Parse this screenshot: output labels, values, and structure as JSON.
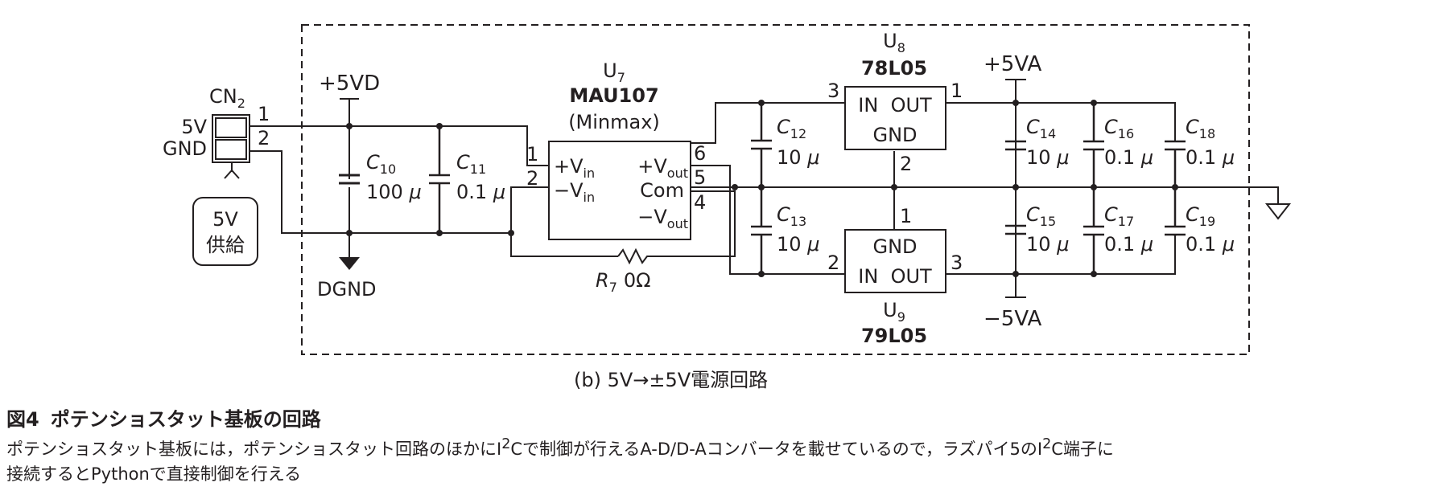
{
  "diagram": {
    "subcaption": "(b) 5V→±5V電源回路",
    "connector": {
      "ref": "CN",
      "ref_sub": "2",
      "pin1_label": "5V",
      "pin2_label": "GND",
      "pin1": "1",
      "pin2": "2",
      "note_line1": "5V",
      "note_line2": "供給"
    },
    "rails": {
      "vd": "+5VD",
      "dgnd": "DGND",
      "plus_va": "+5VA",
      "minus_va": "−5VA"
    },
    "u7": {
      "ref": "U",
      "ref_sub": "7",
      "part": "MAU107",
      "maker": "(Minmax)",
      "pin1": "1",
      "pin2": "2",
      "pin4": "4",
      "pin5": "5",
      "pin6": "6",
      "vin_plus": "+V",
      "vin_minus": "−V",
      "vin_sub": "in",
      "vout_plus": "+V",
      "vout_minus": "−V",
      "vout_sub": "out",
      "com": "Com"
    },
    "u8": {
      "ref": "U",
      "ref_sub": "8",
      "part": "78L05",
      "in_out": "IN  OUT",
      "gnd": "GND",
      "pin1": "1",
      "pin2": "2",
      "pin3": "3"
    },
    "u9": {
      "ref": "U",
      "ref_sub": "9",
      "part": "79L05",
      "in_out": "IN  OUT",
      "gnd": "GND",
      "pin1": "1",
      "pin2": "2",
      "pin3": "3"
    },
    "r7": {
      "ref": "R",
      "ref_sub": "7",
      "value": "0Ω"
    },
    "caps": {
      "c10": {
        "ref": "C",
        "ref_sub": "10",
        "value": "100",
        "unit": "μ"
      },
      "c11": {
        "ref": "C",
        "ref_sub": "11",
        "value": "0.1",
        "unit": "μ"
      },
      "c12": {
        "ref": "C",
        "ref_sub": "12",
        "value": "10",
        "unit": "μ"
      },
      "c13": {
        "ref": "C",
        "ref_sub": "13",
        "value": "10",
        "unit": "μ"
      },
      "c14": {
        "ref": "C",
        "ref_sub": "14",
        "value": "10",
        "unit": "μ"
      },
      "c15": {
        "ref": "C",
        "ref_sub": "15",
        "value": "10",
        "unit": "μ"
      },
      "c16": {
        "ref": "C",
        "ref_sub": "16",
        "value": "0.1",
        "unit": "μ"
      },
      "c17": {
        "ref": "C",
        "ref_sub": "17",
        "value": "0.1",
        "unit": "μ"
      },
      "c18": {
        "ref": "C",
        "ref_sub": "18",
        "value": "0.1",
        "unit": "μ"
      },
      "c19": {
        "ref": "C",
        "ref_sub": "19",
        "value": "0.1",
        "unit": "μ"
      }
    }
  },
  "figure": {
    "number": "図4",
    "title": "ポテンショスタット基板の回路",
    "desc_p1": "ポテンショスタット基板には，ポテンショスタット回路のほかにI",
    "sup_a": "2",
    "desc_p2": "Cで制御が行えるA-D/D-Aコンバータを載せているので，ラズパイ5のI",
    "sup_b": "2",
    "desc_p3": "C端子に",
    "desc_line2": "接続するとPythonで直接制御を行える"
  }
}
